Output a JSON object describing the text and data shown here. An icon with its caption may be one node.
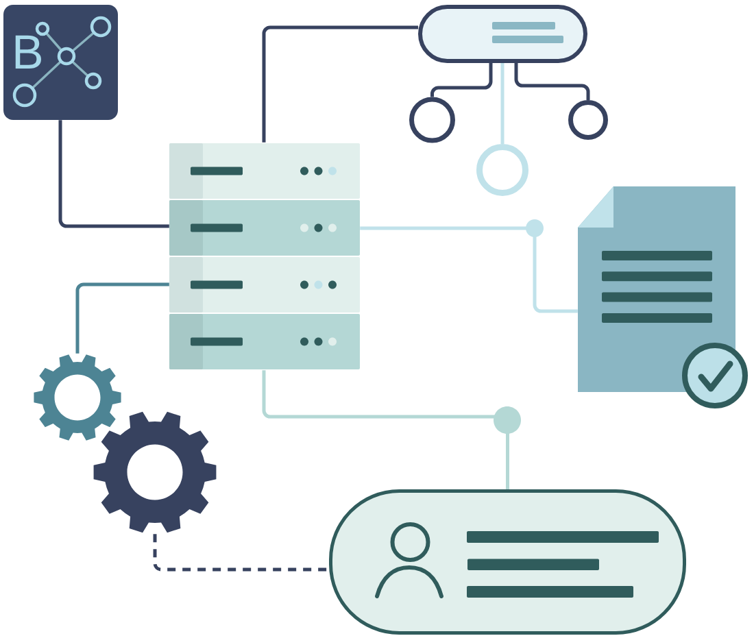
{
  "diagram": {
    "nodes": [
      {
        "text": [
          "B"
        ]
      },
      {
        "text": [],
        "shape": "server"
      },
      {
        "text": [],
        "shape": "box"
      },
      {
        "text": [],
        "shape": "circle"
      },
      {
        "text": [],
        "shape": "circle"
      },
      {
        "text": [],
        "shape": "circle"
      },
      {
        "text": [],
        "shape": "document"
      },
      {
        "text": [],
        "shape": "gear"
      },
      {
        "text": [],
        "shape": "gear"
      },
      {
        "text": [],
        "shape": "box"
      }
    ],
    "edges": [
      {
        "from": 0,
        "to": 1,
        "arrow": "none"
      },
      {
        "from": 1,
        "to": 2,
        "arrow": "none"
      },
      {
        "from": 2,
        "to": 3,
        "arrow": "none"
      },
      {
        "from": 2,
        "to": 4,
        "arrow": "none",
        "color": "#c0e2ea"
      },
      {
        "from": 2,
        "to": 5,
        "arrow": "none"
      },
      {
        "from": 1,
        "to": 6,
        "arrow": "none",
        "color": "#c0e2ea"
      },
      {
        "from": 1,
        "to": 7,
        "arrow": "none",
        "color": "#4d8494"
      },
      {
        "from": 1,
        "to": 9,
        "arrow": "none",
        "color": "#b4d8d5"
      },
      {
        "from": 8,
        "to": 9,
        "arrow": "none",
        "style": "dashed"
      }
    ]
  }
}
